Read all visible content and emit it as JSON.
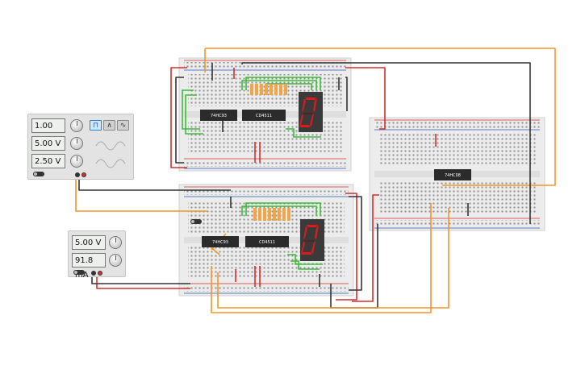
{
  "function_generator": {
    "frequency": "1.00 Hz",
    "amplitude": "5.00 V",
    "offset": "2.50 V",
    "waveforms": [
      "square",
      "triangle",
      "sine"
    ],
    "selected_waveform": "square"
  },
  "power_supply": {
    "voltage": "5.00 V",
    "current": "91.8 mA"
  },
  "chips": {
    "top_counter": "74HC93",
    "top_decoder": "CD4511",
    "bottom_counter": "74HC93",
    "bottom_decoder": "CD4511",
    "gate": "74HC08"
  },
  "displays": {
    "top_digit": "0",
    "bottom_digit": "0"
  },
  "colors": {
    "wire_red": "#d32f2f",
    "wire_black": "#333333",
    "wire_orange": "#f0962a",
    "wire_green": "#3dbb3a",
    "segment_on": "#e01a1a",
    "resistor": "#f1a54a"
  }
}
